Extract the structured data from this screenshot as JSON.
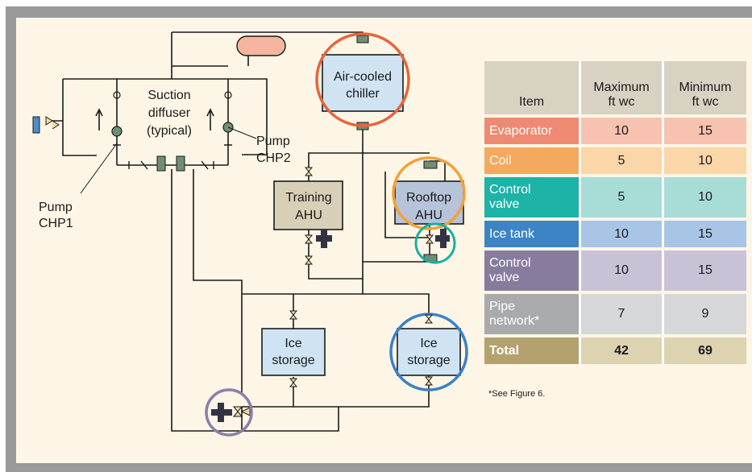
{
  "diagram": {
    "labels": {
      "suction_diffuser": [
        "Suction",
        "diffuser",
        "(typical)"
      ],
      "pump_chp1": [
        "Pump",
        "CHP1"
      ],
      "pump_chp2": [
        "Pump",
        "CHP2"
      ],
      "air_cooled_chiller": [
        "Air-cooled",
        "chiller"
      ],
      "training_ahu": [
        "Training",
        "AHU"
      ],
      "rooftop_ahu": [
        "Rooftop",
        "AHU"
      ],
      "ice_storage_left": [
        "Ice",
        "storage"
      ],
      "ice_storage_right": [
        "Ice",
        "storage"
      ]
    },
    "highlight_colors": {
      "chiller": "#e8643a",
      "rooftop": "#f0a23a",
      "control_valve_rooftop": "#18b0a4",
      "ice_tank": "#3a82c8",
      "control_valve_main": "#8a7fa8"
    }
  },
  "table": {
    "headers": [
      "Item",
      "Maximum\nft wc",
      "Minimum\nft wc"
    ],
    "rows": [
      {
        "item": "Evaporator",
        "max": "10",
        "min": "15",
        "item_color": "#ee8a72",
        "cell_color": "#f7c2b0"
      },
      {
        "item": "Coil",
        "max": "5",
        "min": "10",
        "item_color": "#f4a95e",
        "cell_color": "#fbd6a8"
      },
      {
        "item": "Control\nvalve",
        "max": "5",
        "min": "10",
        "item_color": "#1db3a7",
        "cell_color": "#a8dcd6"
      },
      {
        "item": "Ice tank",
        "max": "10",
        "min": "15",
        "item_color": "#3c84c6",
        "cell_color": "#a9c5e6"
      },
      {
        "item": "Control\nvalve",
        "max": "10",
        "min": "15",
        "item_color": "#877c9e",
        "cell_color": "#c9c2d6"
      },
      {
        "item": "Pipe\nnetwork*",
        "max": "7",
        "min": "9",
        "item_color": "#a8aaac",
        "cell_color": "#d6d7d8"
      },
      {
        "item": "Total",
        "max": "42",
        "min": "69",
        "item_color": "#b3a26e",
        "cell_color": "#ddd3b0"
      }
    ],
    "footnote": "*See Figure 6."
  }
}
